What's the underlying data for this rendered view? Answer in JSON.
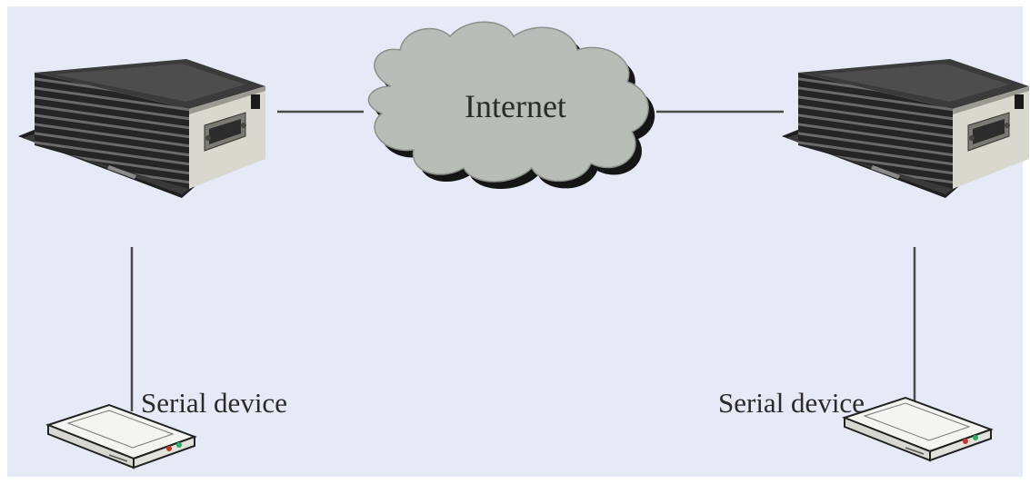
{
  "cloud": {
    "label": "Internet"
  },
  "devices": {
    "serial_left_label": "Serial device",
    "serial_right_label": "Serial device"
  },
  "colors": {
    "background": "#e6e9f6",
    "cloud_fill": "#b9bdb8",
    "line": "#4a4a4a",
    "server_body": "#2c2c2c",
    "server_panel": "#d8d8cf"
  }
}
